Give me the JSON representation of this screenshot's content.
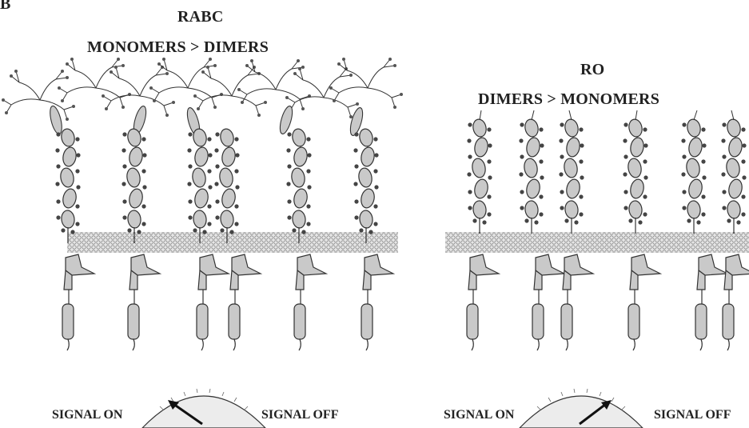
{
  "figure": {
    "panel_letter": "B",
    "left_panel": {
      "title": "RABC",
      "subtitle": "MONOMERS > DIMERS",
      "gauge_left_label": "SIGNAL ON",
      "gauge_right_label": "SIGNAL OFF",
      "gauge_pointer": "toward-signal-on"
    },
    "right_panel": {
      "title": "RO",
      "subtitle": "DIMERS > MONOMERS",
      "gauge_left_label": "SIGNAL ON",
      "gauge_right_label": "SIGNAL OFF",
      "gauge_pointer": "toward-signal-off"
    },
    "colors": {
      "protein_fill": "#c9c9c9",
      "protein_stroke": "#333333",
      "membrane": "#9a9a9a",
      "bead": "#444444"
    }
  }
}
